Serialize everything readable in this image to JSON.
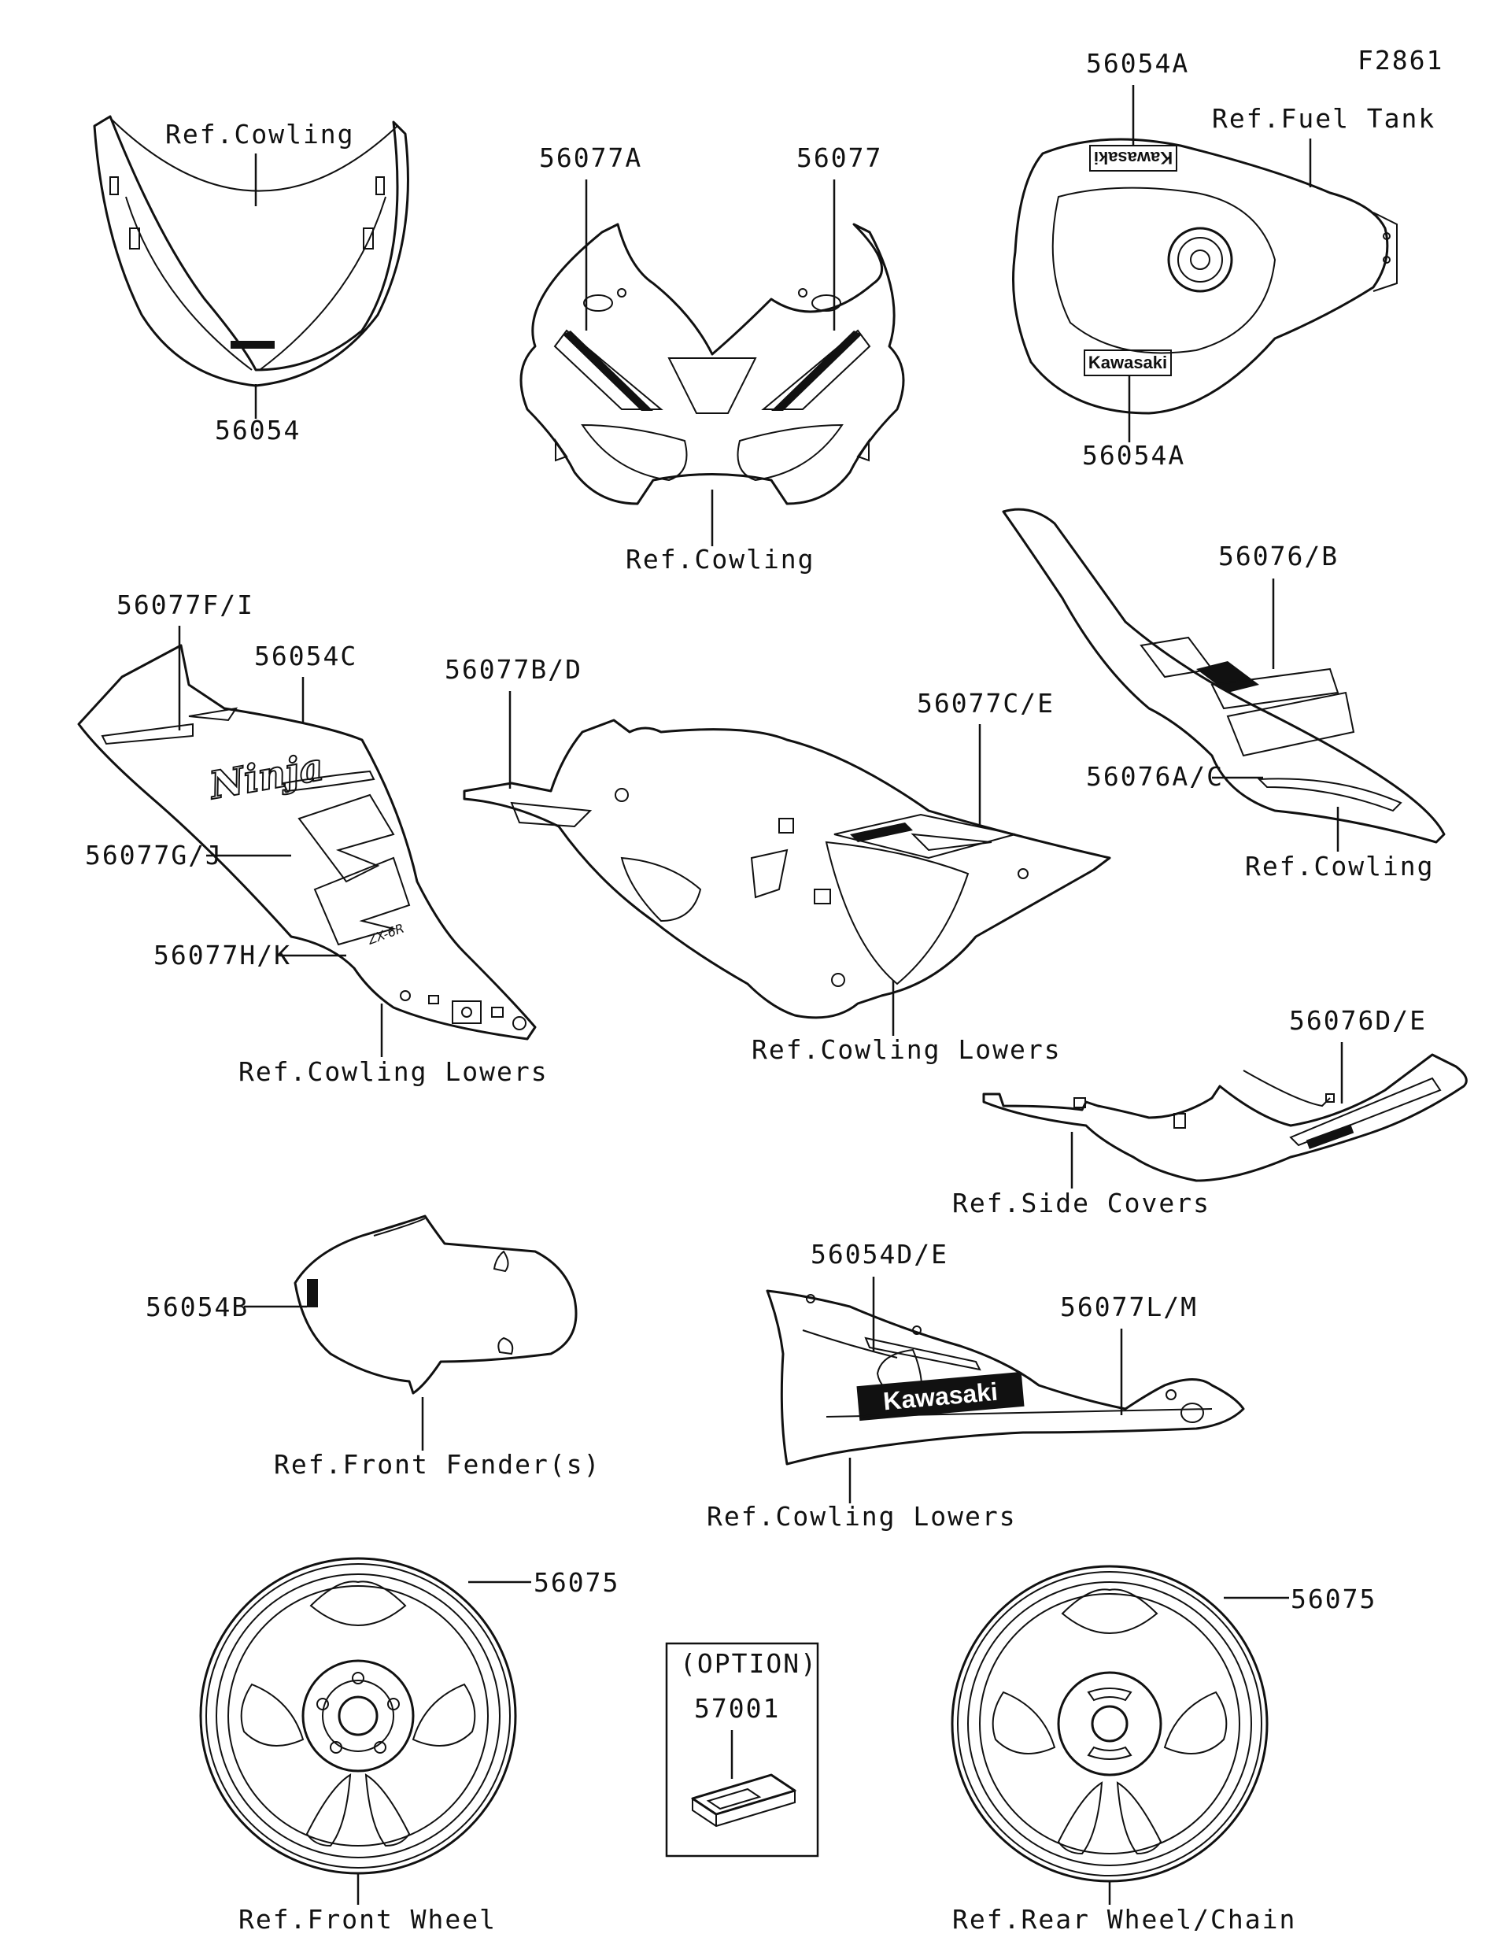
{
  "figure_id": "F2861",
  "labels": {
    "ref_cowling_top": "Ref.Cowling",
    "p56054": "56054",
    "p56077A": "56077A",
    "p56077": "56077",
    "ref_cowling_mid": "Ref.Cowling",
    "p56054A_top": "56054A",
    "ref_fuel_tank": "Ref.Fuel Tank",
    "p56054A_bottom": "56054A",
    "p56077FI": "56077F/I",
    "p56054C": "56054C",
    "p56077GJ": "56077G/J",
    "p56077HK": "56077H/K",
    "ref_cowling_lowers_left": "Ref.Cowling Lowers",
    "p56077BD": "56077B/D",
    "p56077CE": "56077C/E",
    "ref_cowling_lowers_mid": "Ref.Cowling Lowers",
    "p56076B": "56076/B",
    "p56076AC": "56076A/C",
    "ref_cowling_right": "Ref.Cowling",
    "p56076DE": "56076D/E",
    "ref_side_covers": "Ref.Side Covers",
    "p56054B": "56054B",
    "ref_front_fender": "Ref.Front Fender(s)",
    "p56054DE": "56054D/E",
    "p56077LM": "56077L/M",
    "ref_cowling_lowers_bottom": "Ref.Cowling Lowers",
    "p56075_left": "56075",
    "p56075_right": "56075",
    "option": "(OPTION)",
    "p57001": "57001",
    "ref_front_wheel": "Ref.Front Wheel",
    "ref_rear_wheel": "Ref.Rear Wheel/Chain"
  },
  "decal_text": {
    "kawasaki": "Kawasaki",
    "ninja": "Ninja"
  }
}
